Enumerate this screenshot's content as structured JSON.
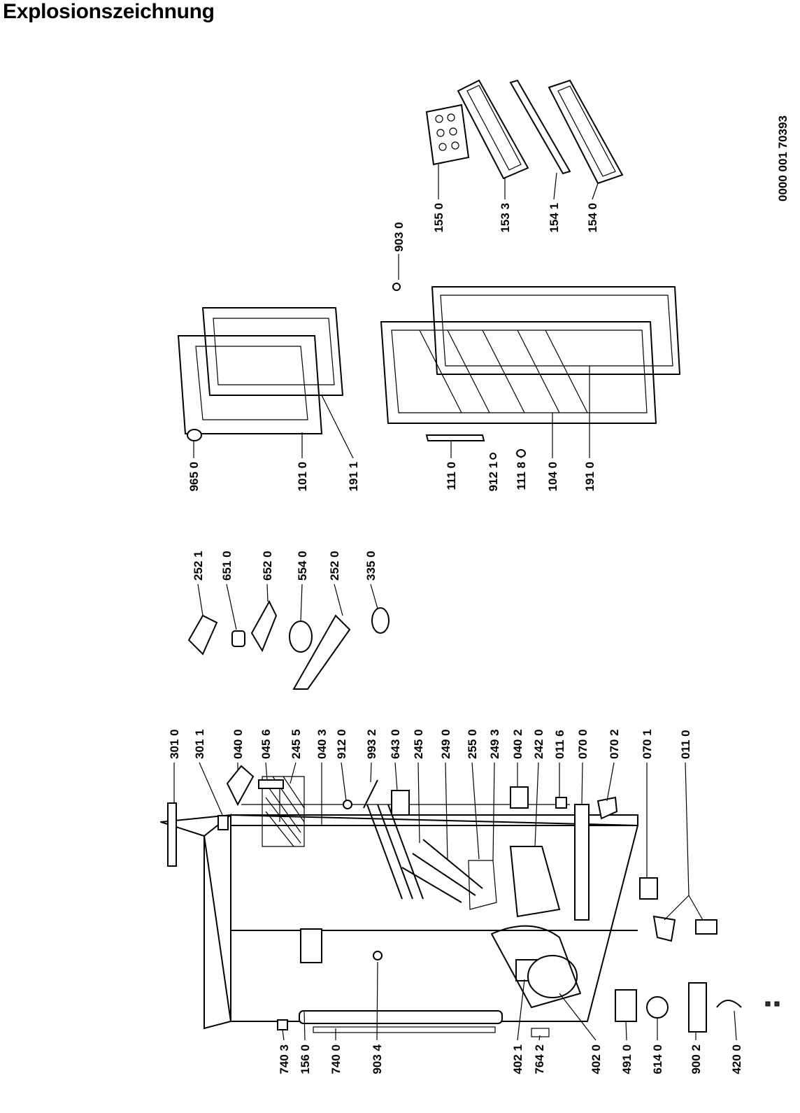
{
  "document": {
    "title": "Explosionszeichnung",
    "drawing_number": "0000 001 70393"
  },
  "parts": [
    "740 3",
    "156 0",
    "740 0",
    "903 4",
    "402 1",
    "764 2",
    "402 0",
    "491 0",
    "614 0",
    "900 2",
    "420 0",
    "301 0",
    "301 1",
    "040 0",
    "045 6",
    "245 5",
    "040 3",
    "912 0",
    "993 2",
    "643 0",
    "245 0",
    "249 0",
    "255 0",
    "249 3",
    "040 2",
    "242 0",
    "011 6",
    "070 0",
    "070 2",
    "070 1",
    "011 0",
    "252 1",
    "651 0",
    "652 0",
    "554 0",
    "252 0",
    "335 0",
    "965 0",
    "101 0",
    "191 1",
    "111 0",
    "912 1",
    "111 8",
    "104 0",
    "191 0",
    "903 0",
    "155 0",
    "153 3",
    "154 1",
    "154 0"
  ]
}
